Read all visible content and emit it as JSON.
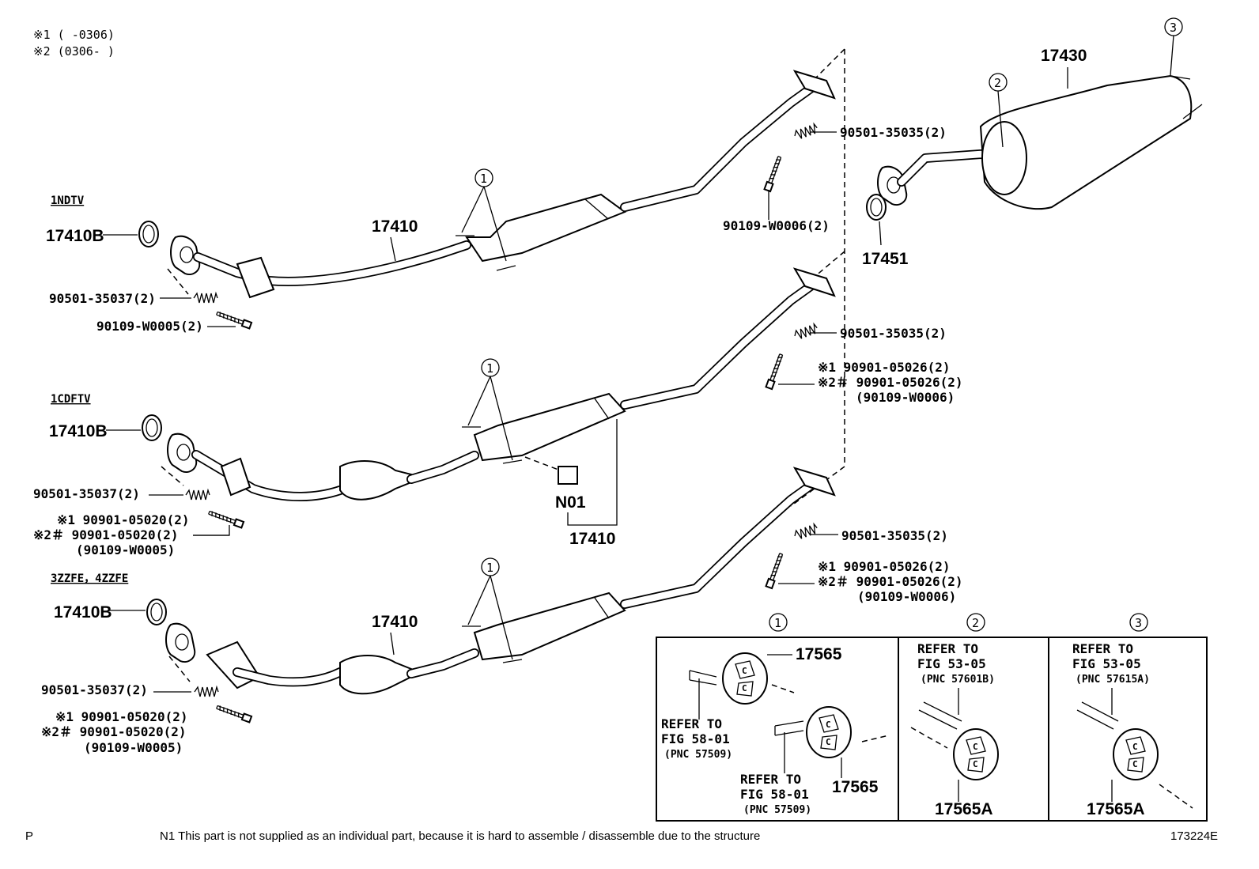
{
  "notes": {
    "note1": "※1 (      -0306)",
    "note2": "※2 (0306-       )"
  },
  "engines": {
    "e1": "1NDTV",
    "e2": "1CDFTV",
    "e3": "3ZZFE，4ZZFE"
  },
  "parts": {
    "p17410B_1": "17410B",
    "p17410B_2": "17410B",
    "p17410B_3": "17410B",
    "p17410_1": "17410",
    "p17410_2": "17410",
    "p17410_3": "17410",
    "p17430": "17430",
    "p17451": "17451",
    "n01": "N01",
    "g1_37": "90501-35037(2)",
    "g1_bolt": "90109-W0005(2)",
    "g2_37": "90501-35037(2)",
    "g2_b1": "※1  90901-05020(2)",
    "g2_b2": "※2＃ 90901-05020(2)",
    "g2_b3": "(90109-W0005)",
    "g3_37": "90501-35037(2)",
    "g3_b1": "※1  90901-05020(2)",
    "g3_b2": "※2＃ 90901-05020(2)",
    "g3_b3": "(90109-W0005)",
    "r1_35": "90501-35035(2)",
    "r1_bolt": "90109-W0006(2)",
    "r2_35": "90501-35035(2)",
    "r2_b1": "※1  90901-05026(2)",
    "r2_b2": "※2＃ 90901-05026(2)",
    "r2_b3": "(90109-W0006)",
    "r3_35": "90501-35035(2)",
    "r3_b1": "※1  90901-05026(2)",
    "r3_b2": "※2＃ 90901-05026(2)",
    "r3_b3": "(90109-W0006)"
  },
  "callouts": {
    "c1": "1",
    "c2": "2",
    "c3": "3"
  },
  "panels": {
    "p1": {
      "num": "1",
      "part_top": "17565",
      "part_bottom": "17565",
      "ref_a_1": "REFER TO",
      "ref_a_2": "FIG 58-01",
      "ref_a_3": "(PNC 57509)",
      "ref_b_1": "REFER TO",
      "ref_b_2": "FIG 58-01",
      "ref_b_3": "(PNC 57509)"
    },
    "p2": {
      "num": "2",
      "part": "17565A",
      "ref_1": "REFER TO",
      "ref_2": "FIG 53-05",
      "ref_3": "(PNC 57601B)"
    },
    "p3": {
      "num": "3",
      "part": "17565A",
      "ref_1": "REFER TO",
      "ref_2": "FIG 53-05",
      "ref_3": "(PNC 57615A)"
    }
  },
  "footer": {
    "left": "P",
    "note": "N1  This part is not supplied as an individual part, because it is hard to assemble / disassemble due to the structure",
    "code": "173224E"
  }
}
